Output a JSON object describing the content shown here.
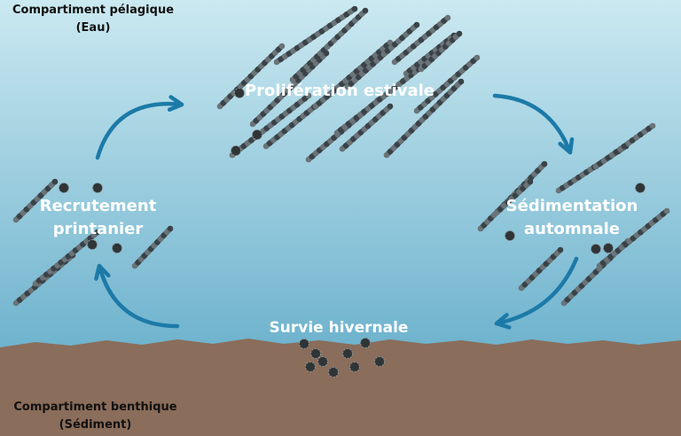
{
  "labels": {
    "pelagic_line1": "Compartiment pélagique",
    "pelagic_line2": "(Eau)",
    "benthic_line1": "Compartiment benthique",
    "benthic_line2": "(Sédiment)",
    "summer": "Prolifération estivale",
    "autumn_line1": "Sédimentation",
    "autumn_line2": "automnale",
    "winter": "Survie hivernale",
    "spring_line1": "Recrutement",
    "spring_line2": "printanier"
  },
  "colors": {
    "water_top": "#cbe9f1",
    "water_bottom": "#6db2cd",
    "sediment": "#8a6d5a",
    "arrow": "#1c7aa8",
    "filament": "#505a60",
    "label_text": "#ffffff",
    "corner_text": "#111111"
  }
}
